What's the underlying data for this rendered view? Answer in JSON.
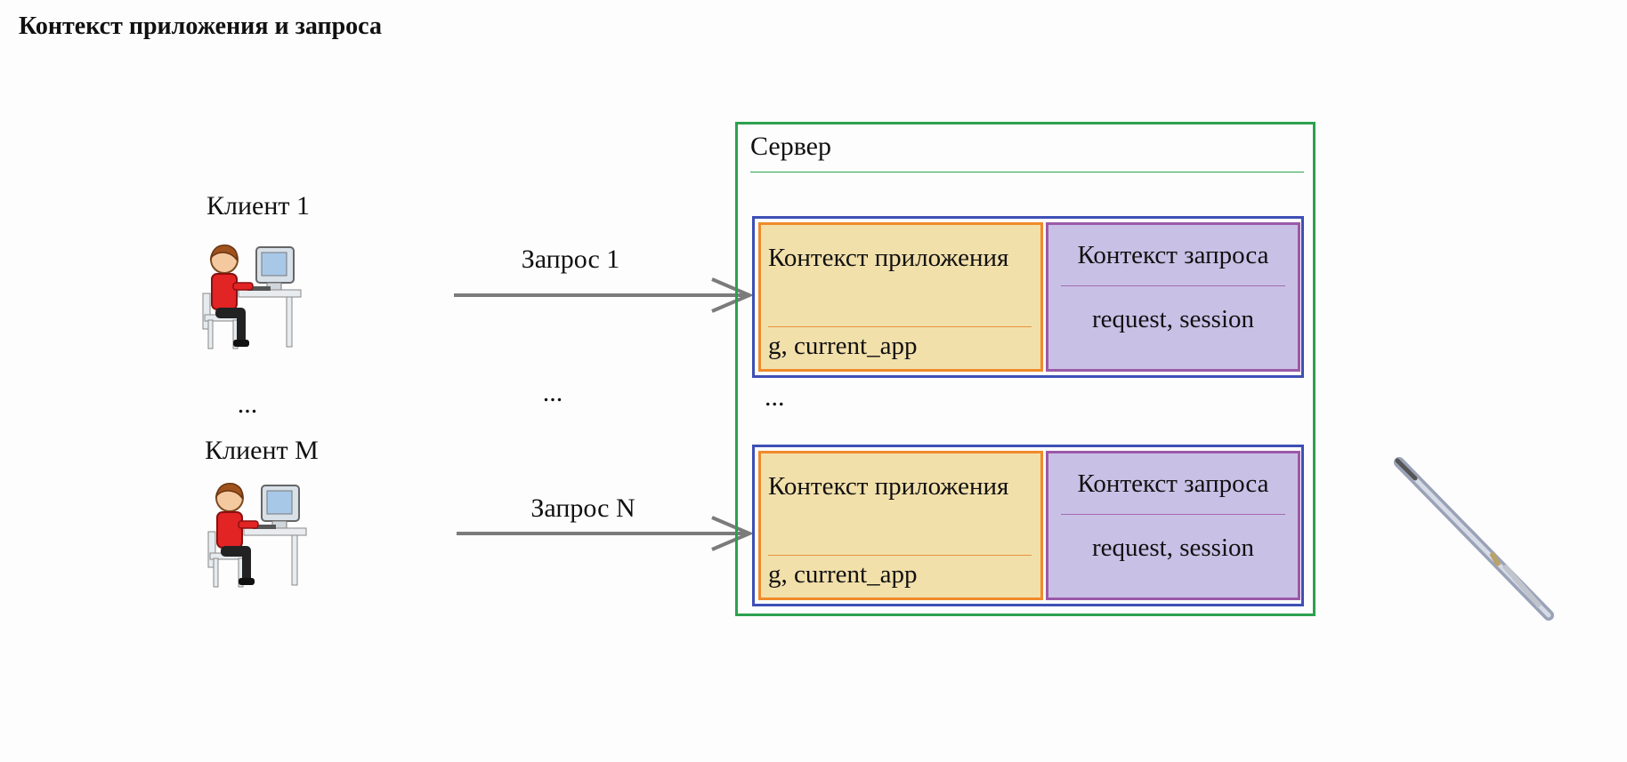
{
  "title": "Контекст приложения и запроса",
  "clients": [
    {
      "label": "Клиент 1",
      "icon": "user-at-computer-icon"
    },
    {
      "label": "Клиент M",
      "icon": "user-at-computer-icon"
    }
  ],
  "client_ellipsis": "...",
  "requests": [
    {
      "label": "Запрос 1"
    },
    {
      "label": "Запрос N"
    }
  ],
  "request_ellipsis": "...",
  "server": {
    "title": "Сервер",
    "ellipsis": "...",
    "contexts": [
      {
        "app_context": {
          "title": "Контекст приложения",
          "values": "g, current_app"
        },
        "request_context": {
          "title": "Контекст запроса",
          "values": "request, session"
        }
      },
      {
        "app_context": {
          "title": "Контекст приложения",
          "values": "g, current_app"
        },
        "request_context": {
          "title": "Контекст запроса",
          "values": "request, session"
        }
      }
    ]
  },
  "decor": {
    "pen_icon": "pen-icon"
  },
  "colors": {
    "server_border": "#2da14f",
    "group_border": "#3e4fb5",
    "app_fill": "#f2e0ab",
    "app_border": "#f08a2a",
    "request_fill": "#c9c0e6",
    "request_border": "#9b59a8",
    "arrow": "#7b7b7b"
  }
}
